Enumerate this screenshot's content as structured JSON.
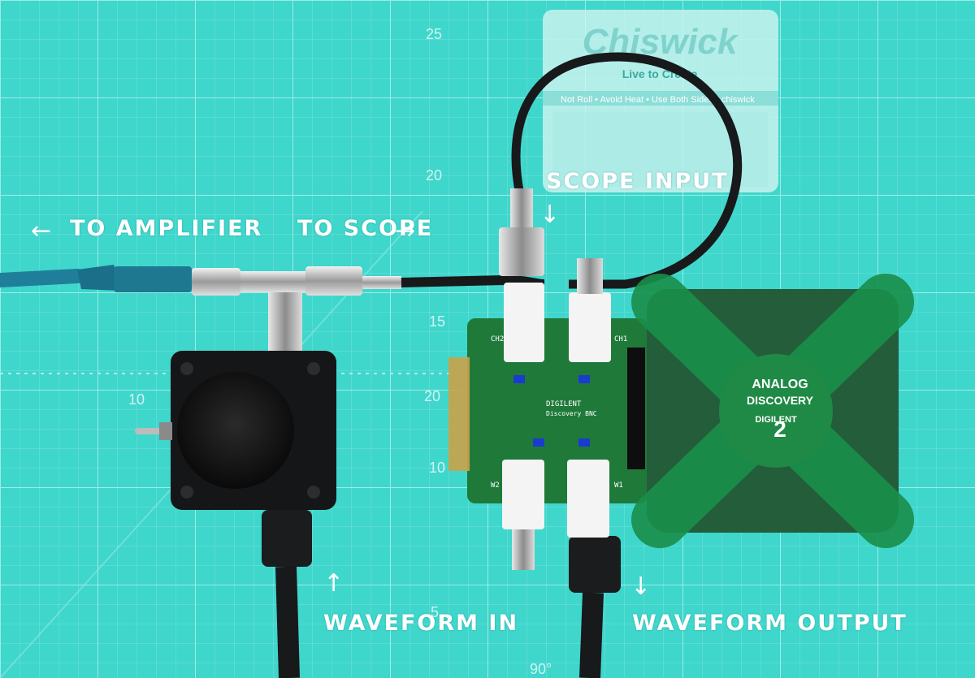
{
  "annotations": {
    "to_amplifier": "TO AMPLIFIER",
    "to_scope": "TO SCOPE",
    "scope_input": "SCOPE INPUT",
    "waveform_in": "WAVEFORM IN",
    "waveform_output": "WAVEFORM OUTPUT",
    "arrow_left": "←",
    "arrow_right": "→",
    "arrow_down": "↓",
    "arrow_up": "↑"
  },
  "mat_numbers": {
    "n25": "25",
    "n20_top": "20",
    "n15": "15",
    "n10_left": "10",
    "n20_mid": "20",
    "n10_bottom": "10",
    "n5": "5",
    "deg90": "90°"
  },
  "card": {
    "brand": "Chiswick",
    "tagline": "Live to Create",
    "notice": "Not Roll • Avoid Heat • Use Both Sides • chiswick"
  },
  "bnc_board": {
    "brand": "DIGILENT",
    "model": "Discovery BNC",
    "ch1": "CH1",
    "ch2": "CH2",
    "w1": "W1",
    "w2": "W2"
  },
  "analog_discovery": {
    "line1": "ANALOG",
    "line2": "DISCOVERY",
    "version": "2",
    "maker": "DIGILENT"
  },
  "colors": {
    "mat": "#3fd6cc",
    "grid": "#7fe6de",
    "board": "#1f7a3a",
    "device": "#1f6b3a",
    "cable": "#17191b",
    "blue_cable": "#1f7f9a"
  }
}
